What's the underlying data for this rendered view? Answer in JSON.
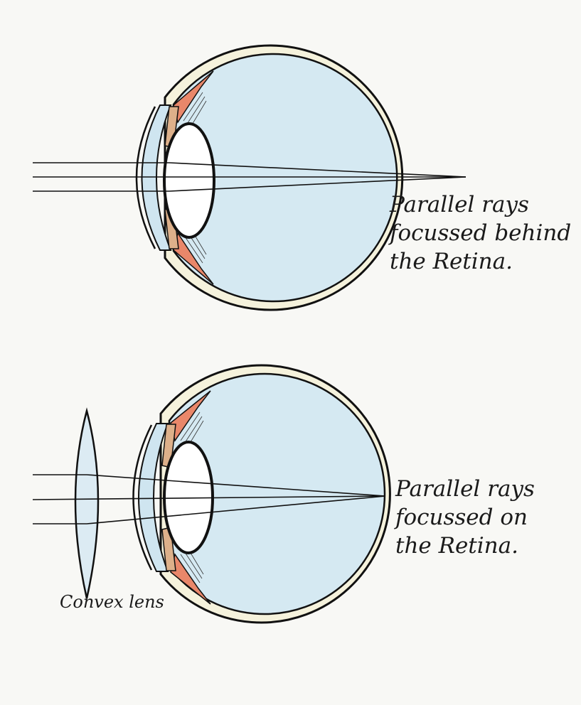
{
  "diagram": {
    "top_eye": {
      "caption_lines": [
        "Parallel rays",
        "focussed behind",
        "the Retina."
      ]
    },
    "bottom_eye": {
      "caption_lines": [
        "Parallel rays",
        "focussed on",
        "the Retina."
      ],
      "corrective_lens_label": "Convex lens"
    },
    "colors": {
      "vitreous": "#d5e9f2",
      "sclera": "#f5f2dc",
      "outline": "#111111",
      "ciliary_muscle": "#e9876a",
      "iris": "#ddb08a",
      "cornea": "#cfe5f0"
    }
  }
}
